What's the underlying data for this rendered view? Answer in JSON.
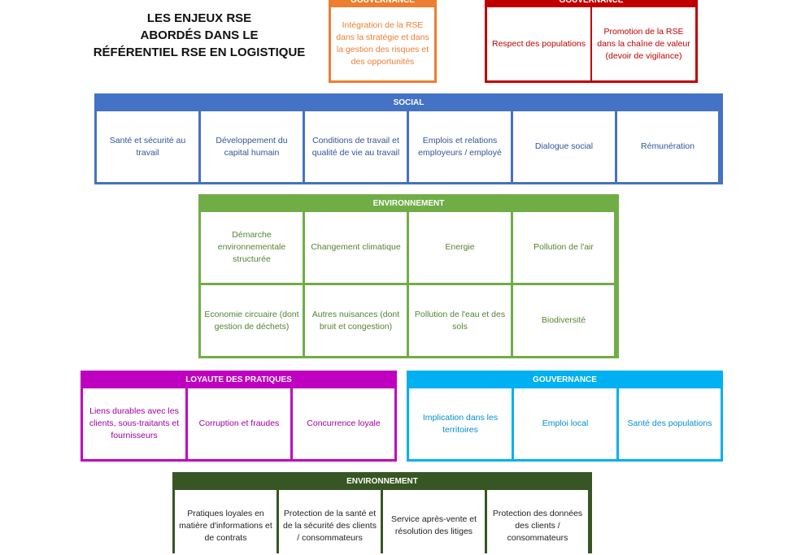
{
  "title": {
    "line1": "LES ENJEUX RSE",
    "line2": "ABORDÉS DANS LE",
    "line3": "RÉFÉRENTIEL RSE EN LOGISTIQUE"
  },
  "colors": {
    "orange": "#ed7d31",
    "red": "#c00000",
    "blue": "#4472c4",
    "green": "#70ad47",
    "magenta": "#c000c0",
    "cyan": "#00b0f0",
    "dark_green": "#375623"
  },
  "gov_orange": {
    "header": "GOUVERNANCE",
    "items": [
      "Intégration de la RSE dans la stratégie et dans la gestion des risques et des opportunités"
    ]
  },
  "gov_red": {
    "header": "GOUVERNANCE",
    "items": [
      "Respect des populations",
      "Promotion de la RSE dans la chaîne de valeur (devoir de vigilance)"
    ]
  },
  "social": {
    "header": "SOCIAL",
    "items": [
      "Santé et sécurité au travail",
      "Développement du capital humain",
      "Conditions de travail et qualité de vie au travail",
      "Emplois et relations employeurs / employé",
      "Dialogue social",
      "Rémunération"
    ]
  },
  "environnement": {
    "header": "ENVIRONNEMENT",
    "items": [
      "Démarche environnementale structurée",
      "Changement climatique",
      "Energie",
      "Pollution de l'air",
      "Economie circuaire (dont gestion de déchets)",
      "Autres nuisances (dont bruit et congestion)",
      "Pollution de l'eau et des sols",
      "Biodiversité"
    ]
  },
  "loyaute": {
    "header": "LOYAUTE DES PRATIQUES",
    "items": [
      "Liens durables avec les clients, sous-traitants et fournisseurs",
      "Corruption et fraudes",
      "Concurrence loyale"
    ]
  },
  "gov_cyan": {
    "header": "GOUVERNANCE",
    "items": [
      "Implication dans les territoires",
      "Emploi local",
      "Santé des populations"
    ]
  },
  "env_dark": {
    "header": "ENVIRONNEMENT",
    "items": [
      "Pratiques loyales en matière d'informations et de contrats",
      "Protection de la santé et de la sécurité des clients / consommateurs",
      "Service après-vente et résolution des litiges",
      "Protection des données des clients / consommateurs"
    ]
  }
}
